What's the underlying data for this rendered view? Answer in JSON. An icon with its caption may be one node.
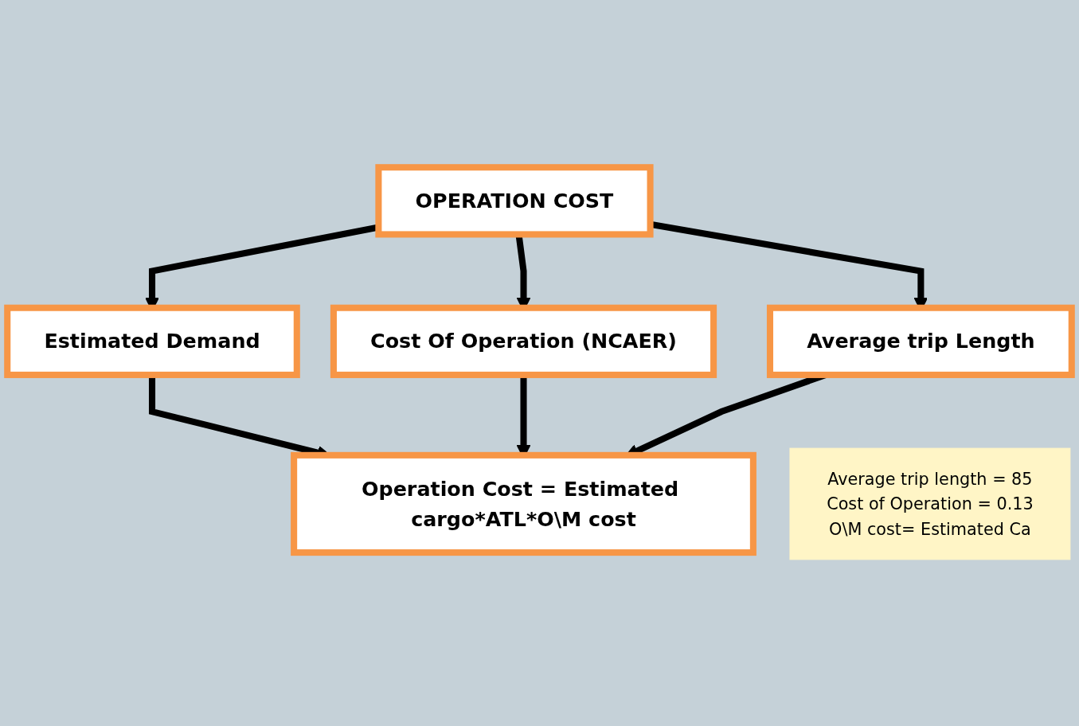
{
  "diagram": {
    "nodes": [
      {
        "text": [
          "OPERATION COST"
        ]
      },
      {
        "text": [
          "Estimated Demand"
        ]
      },
      {
        "text": [
          "Cost Of Operation (NCAER)"
        ]
      },
      {
        "text": [
          "Average trip Length"
        ]
      },
      {
        "text": [
          "Operation Cost = Estimated cargo*ATL*O\\M cost"
        ]
      },
      {
        "text": [
          "Average trip length = 85",
          "Cost of Operation = 0.13",
          "O\\M cost= Estimated Ca"
        ]
      }
    ],
    "edges": [
      {
        "from": 0,
        "to": 1,
        "arrow": "to"
      },
      {
        "from": 0,
        "to": 2,
        "arrow": "to"
      },
      {
        "from": 0,
        "to": 3,
        "arrow": "to"
      },
      {
        "from": 1,
        "to": 4,
        "arrow": "to"
      },
      {
        "from": 2,
        "to": 4,
        "arrow": "to"
      },
      {
        "from": 3,
        "to": 4,
        "arrow": "to"
      }
    ]
  }
}
